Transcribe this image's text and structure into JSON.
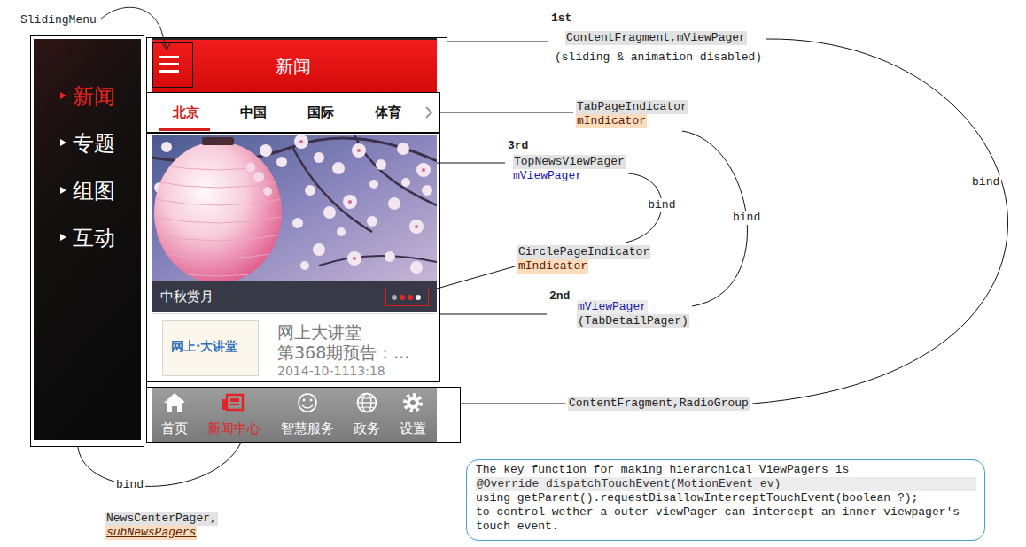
{
  "diagram": {
    "nodes": [
      {
        "text": [
          "新闻",
          "专题",
          "组图",
          "互动"
        ]
      },
      {
        "text": [
          "新闻"
        ]
      },
      {
        "text": [
          "北京",
          "中国",
          "国际",
          "体育"
        ],
        "in": 1
      },
      {
        "text": [
          "网上大讲堂 第368期预告：...",
          "2014-10-1113:18"
        ],
        "in": 1
      },
      {
        "text": [
          "中秋赏月"
        ],
        "in": 3
      },
      {
        "text": [
          "首页",
          "新闻中心",
          "智慧服务",
          "政务",
          "设置"
        ],
        "in": 1
      },
      {
        "text": [
          "1st",
          "ContentFragment,mViewPager",
          "(sliding & animation disabled)"
        ]
      },
      {
        "text": [
          "TabPageIndicator",
          "mIndicator"
        ]
      },
      {
        "text": [
          "3rd",
          "TopNewsViewPager",
          "mViewPager"
        ]
      },
      {
        "text": [
          "CirclePageIndicator",
          "mIndicator"
        ]
      },
      {
        "text": [
          "2nd",
          "mViewPager",
          "(TabDetailPager)"
        ]
      },
      {
        "text": [
          "ContentFragment,RadioGroup"
        ]
      },
      {
        "text": [
          "NewsCenterPager,",
          "subNewsPagers"
        ]
      },
      {
        "text": [
          "The key function for making hierarchical ViewPagers is",
          "@Override dispatchTouchEvent(MotionEvent ev)",
          "using getParent().requestDisallowInterceptTouchEvent(boolean ?);",
          "to control wether a outer viewPager can intercept an inner viewpager's touch event."
        ]
      }
    ],
    "edges": [
      {
        "from": 1,
        "to": 6,
        "arrow": "none"
      },
      {
        "from": 2,
        "to": 7,
        "arrow": "none"
      },
      {
        "from": 4,
        "to": 8,
        "arrow": "none"
      },
      {
        "from": 9,
        "to": 4,
        "arrow": "none"
      },
      {
        "from": 3,
        "to": 10,
        "arrow": "none"
      },
      {
        "from": 5,
        "to": 11,
        "arrow": "none"
      },
      {
        "from": 8,
        "to": 9,
        "label": "bind",
        "arrow": "none"
      },
      {
        "from": 7,
        "to": 10,
        "label": "bind",
        "arrow": "none"
      },
      {
        "from": 6,
        "to": 11,
        "label": "bind",
        "arrow": "none"
      },
      {
        "from": 0,
        "to": 5,
        "label": "bind",
        "arrow": "none"
      }
    ],
    "labels": [
      "SlidingMenu",
      "网上·大讲堂"
    ]
  }
}
